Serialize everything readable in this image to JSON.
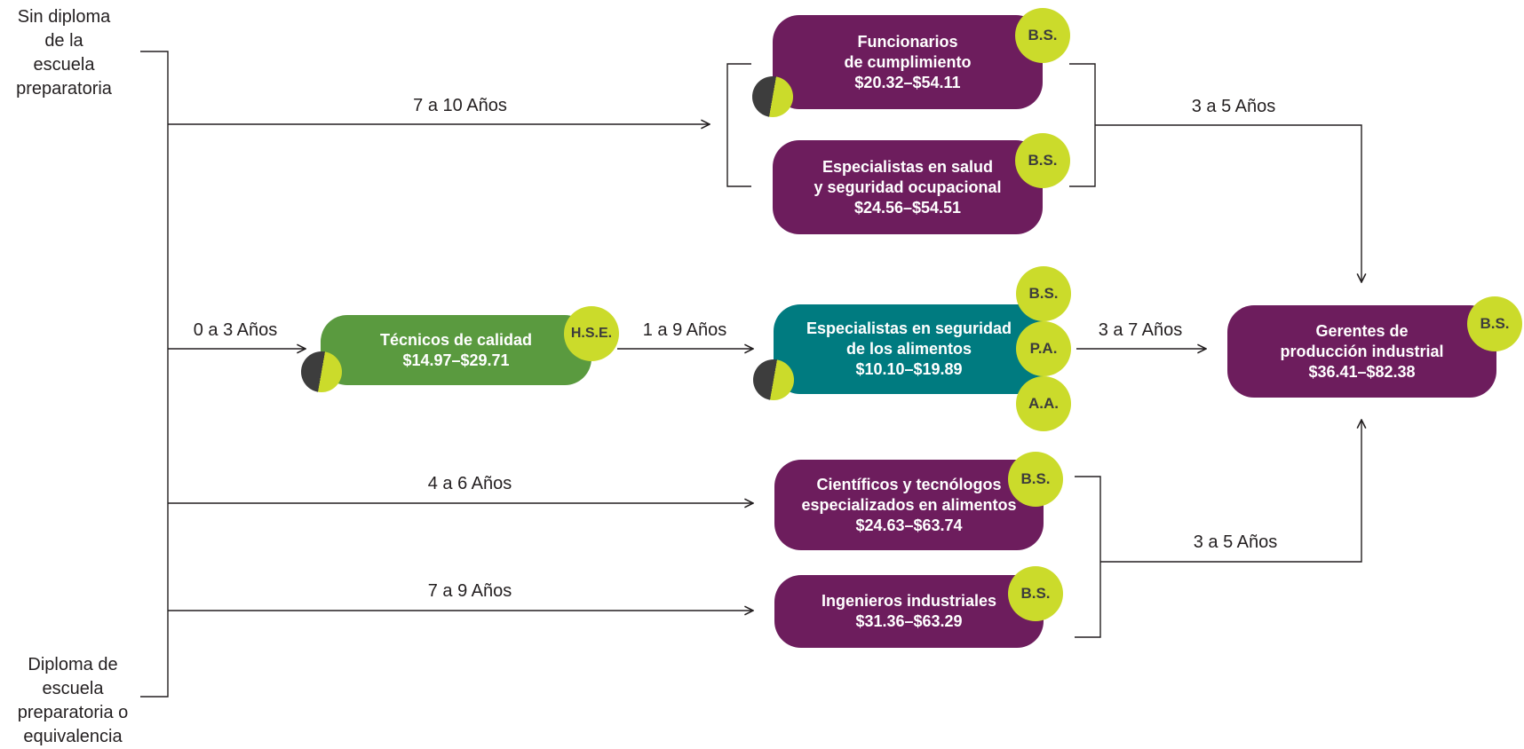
{
  "sources": {
    "no_diploma": [
      "Sin diploma",
      "de la",
      "escuela",
      "preparatoria"
    ],
    "diploma": [
      "Diploma de",
      "escuela",
      "preparatoria o",
      "equivalencia"
    ]
  },
  "durations": {
    "to_funcionarios": "7 a 10 Años",
    "to_tecnicos": "0 a 3 Años",
    "tecnicos_to_especialistas": "1 a 9 Años",
    "especialistas_to_gerentes": "3 a 7 Años",
    "to_cientificos": "4 a 6 Años",
    "to_ingenieros": "7 a 9 Años",
    "top_group_to_gerentes": "3 a 5 Años",
    "bottom_group_to_gerentes": "3 a 5 Años"
  },
  "occupations": {
    "funcionarios": {
      "lines": [
        "Funcionarios",
        "de cumplimiento",
        "$20.32–$54.11"
      ],
      "badges": [
        "B.S."
      ]
    },
    "especialistas_salud": {
      "lines": [
        "Especialistas en salud",
        "y seguridad ocupacional",
        "$24.56–$54.51"
      ],
      "badges": [
        "B.S."
      ]
    },
    "tecnicos": {
      "lines": [
        "Técnicos de calidad",
        "$14.97–$29.71"
      ],
      "badges": [
        "H.S.E."
      ]
    },
    "especialistas_alimentos": {
      "lines": [
        "Especialistas en seguridad",
        "de los alimentos",
        "$10.10–$19.89"
      ],
      "badges": [
        "B.S.",
        "P.A.",
        "A.A."
      ]
    },
    "cientificos": {
      "lines": [
        "Científicos y tecnólogos",
        "especializados en alimentos",
        "$24.63–$63.74"
      ],
      "badges": [
        "B.S."
      ]
    },
    "ingenieros": {
      "lines": [
        "Ingenieros industriales",
        "$31.36–$63.29"
      ],
      "badges": [
        "B.S."
      ]
    },
    "gerentes": {
      "lines": [
        "Gerentes de",
        "producción industrial",
        "$36.41–$82.38"
      ],
      "badges": [
        "B.S."
      ]
    }
  },
  "colors": {
    "purple": "#6d1d5d",
    "green": "#5a9a3f",
    "teal": "#007b80",
    "badge": "#cbdb2b",
    "pie_dark": "#3d3d3d",
    "line": "#231f20"
  }
}
